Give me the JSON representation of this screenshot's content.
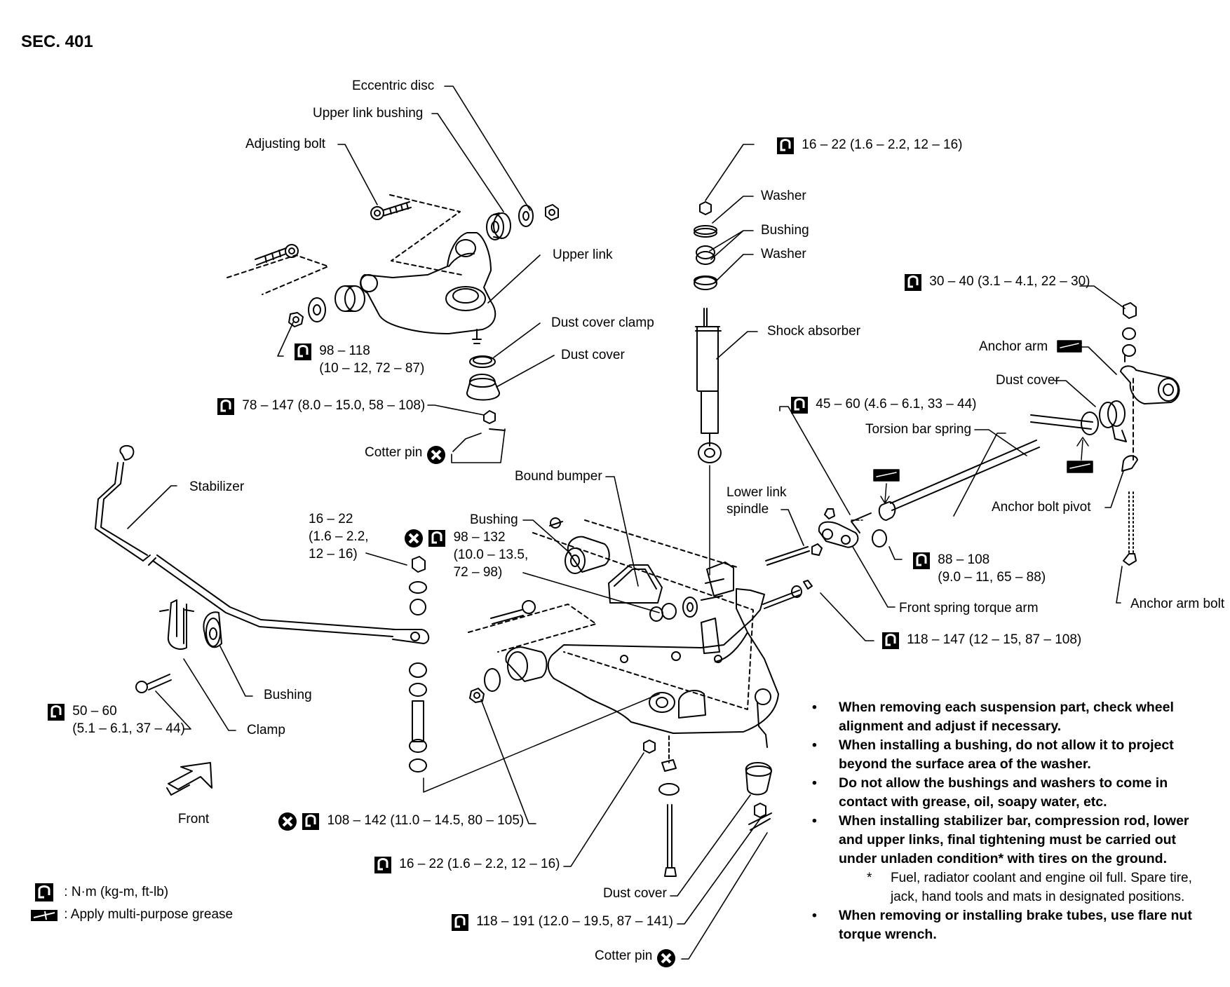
{
  "section": "SEC. 401",
  "labels": {
    "eccentric_disc": "Eccentric disc",
    "upper_link_bushing": "Upper link bushing",
    "adjusting_bolt": "Adjusting bolt",
    "upper_link": "Upper link",
    "dust_cover_clamp": "Dust cover clamp",
    "dust_cover_upper": "Dust cover",
    "cotter_pin_upper": "Cotter pin",
    "washer_top": "Washer",
    "bushing_top": "Bushing",
    "washer_mid": "Washer",
    "shock_absorber": "Shock absorber",
    "anchor_arm": "Anchor arm",
    "dust_cover_right": "Dust cover",
    "torsion_bar_spring": "Torsion bar spring",
    "anchor_bolt_pivot": "Anchor bolt pivot",
    "anchor_arm_bolt": "Anchor arm bolt",
    "stabilizer": "Stabilizer",
    "bound_bumper": "Bound bumper",
    "bushing_lower": "Bushing",
    "lower_link_spindle_1": "Lower link",
    "lower_link_spindle_2": "spindle",
    "front_spring_torque_arm": "Front spring torque arm",
    "bushing_stab": "Bushing",
    "clamp": "Clamp",
    "dust_cover_lower": "Dust cover",
    "cotter_pin_lower": "Cotter pin",
    "front": "Front"
  },
  "specs": {
    "s16_22_top": "16 – 22 (1.6 – 2.2, 12 – 16)",
    "s30_40": "30 – 40 (3.1 – 4.1, 22 – 30)",
    "s98_118_a": "98 – 118",
    "s98_118_b": "(10 – 12, 72 – 87)",
    "s78_147": "78 – 147 (8.0 – 15.0, 58 – 108)",
    "s45_60": "45 – 60 (4.6 – 6.1, 33 – 44)",
    "s16_22_left_a": "16 – 22",
    "s16_22_left_b": "(1.6 – 2.2,",
    "s16_22_left_c": "12 – 16)",
    "s98_132_a": "98 – 132",
    "s98_132_b": "(10.0 – 13.5,",
    "s98_132_c": "72 – 98)",
    "s88_108_a": "88 – 108",
    "s88_108_b": "(9.0 – 11, 65 – 88)",
    "s118_147": "118 – 147 (12 – 15, 87 – 108)",
    "s50_60_a": "50 – 60",
    "s50_60_b": "(5.1 – 6.1, 37 – 44)",
    "s108_142": "108 – 142 (11.0 – 14.5, 80 – 105)",
    "s16_22_bottom": "16 – 22 (1.6 – 2.2, 12 – 16)",
    "s118_191": "118 – 191 (12.0 – 19.5, 87 – 141)"
  },
  "legend": {
    "torque": ": N·m (kg-m, ft-lb)",
    "grease": ": Apply multi-purpose grease"
  },
  "notes": {
    "n1": "When removing each suspension part, check wheel alignment and adjust if necessary.",
    "n2": "When installing a bushing, do not allow it to project beyond the surface area of the washer.",
    "n3": "Do not allow the bushings and washers to come in contact with grease, oil, soapy water, etc.",
    "n4": "When installing stabilizer bar, compression rod, lower and upper links, final tightening must be carried out under unladen condition* with tires on the ground.",
    "n4_sub": "Fuel, radiator coolant and engine oil full. Spare tire, jack, hand tools and mats in designated positions.",
    "n5": "When removing or installing brake tubes, use flare nut torque wrench.",
    "bullet": "•",
    "star": "*"
  }
}
